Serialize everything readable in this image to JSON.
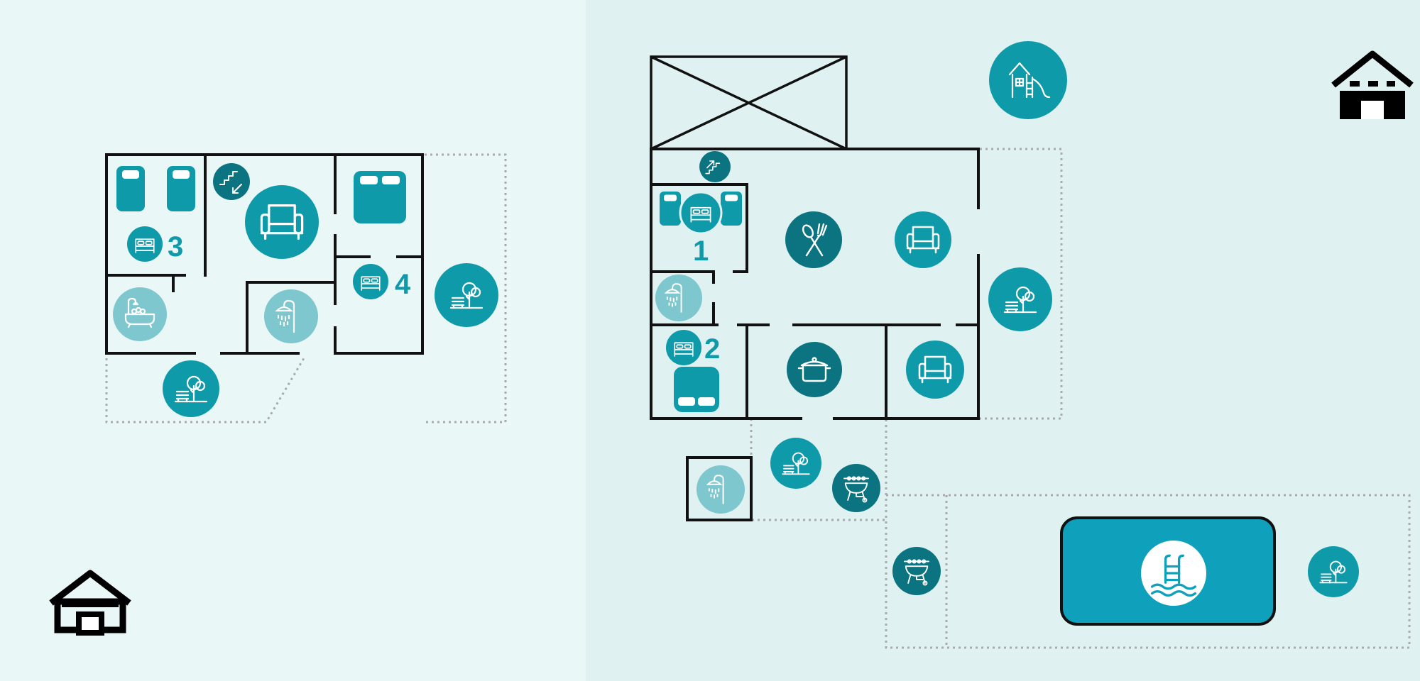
{
  "colors": {
    "teal": "#0f9aaa",
    "teal_dark": "#0b7480",
    "teal_light": "#7ec7ce",
    "pool": "#0fa0bb",
    "wall": "#111111",
    "fence": "#aaaaaa",
    "bg_left": "#e9f7f7",
    "bg_right": "#dff2f1"
  },
  "plan_left": {
    "house_icon": "house-ground-floor-icon",
    "room_numbers": [
      "3",
      "4"
    ],
    "icons": [
      "bed-icon",
      "stairs-down-icon",
      "armchair-icon",
      "bathtub-icon",
      "shower-icon",
      "garden-icon"
    ]
  },
  "plan_right": {
    "house_icon": "house-upper-floor-icon",
    "room_numbers": [
      "1",
      "2"
    ],
    "icons": [
      "playground-icon",
      "stairs-up-icon",
      "bed-icon",
      "dining-icon",
      "armchair-icon",
      "shower-icon",
      "cooking-pot-icon",
      "garden-icon",
      "barbecue-icon",
      "pool-icon"
    ]
  }
}
